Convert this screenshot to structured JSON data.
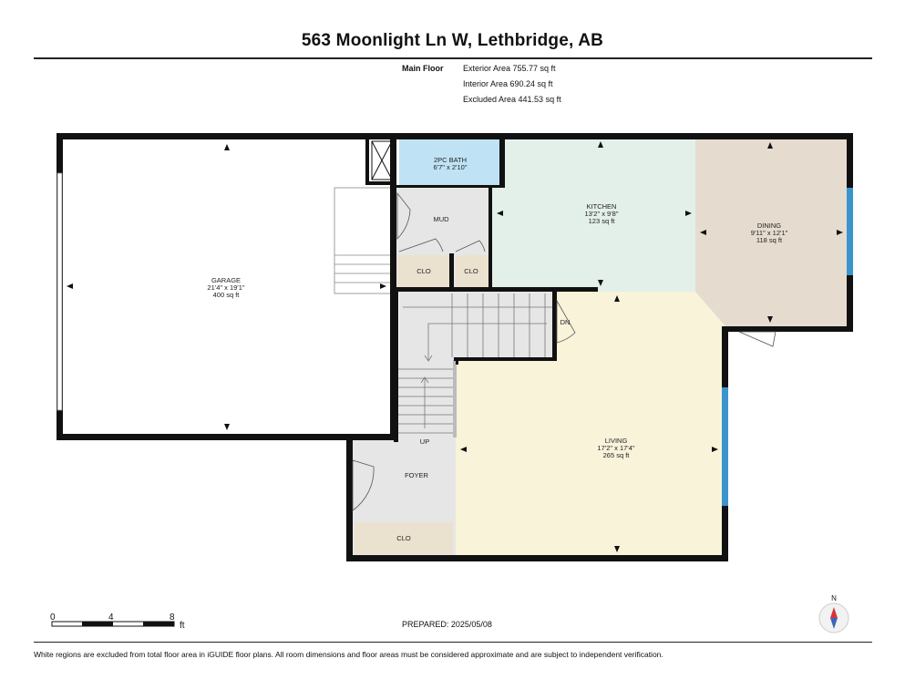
{
  "header": {
    "title": "563 Moonlight Ln W, Lethbridge, AB"
  },
  "areas": {
    "floor_label": "Main Floor",
    "exterior": "Exterior Area 755.77 sq ft",
    "interior": "Interior Area 690.24 sq ft",
    "excluded": "Excluded Area 441.53 sq ft"
  },
  "rooms": {
    "garage": {
      "name": "GARAGE",
      "dims": "21'4\" x 19'1\"",
      "area": "400 sq ft"
    },
    "bath": {
      "name": "2PC BATH",
      "dims": "6'7\" x 2'10\""
    },
    "mud": {
      "name": "MUD"
    },
    "clo1": {
      "name": "CLO"
    },
    "clo2": {
      "name": "CLO"
    },
    "clo3": {
      "name": "CLO"
    },
    "kitchen": {
      "name": "KITCHEN",
      "dims": "13'2\" x 9'8\"",
      "area": "123 sq ft"
    },
    "dining": {
      "name": "DINING",
      "dims": "9'11\" x 12'1\"",
      "area": "118 sq ft"
    },
    "living": {
      "name": "LIVING",
      "dims": "17'2\" x 17'4\"",
      "area": "265 sq ft"
    },
    "foyer": {
      "name": "FOYER"
    },
    "stairs_up": "UP",
    "stairs_down": "DN"
  },
  "colors": {
    "wall": "#111111",
    "garage": "#ffffff",
    "bath": "#bfe3f5",
    "kitchen": "#e3efe9",
    "dining": "#e5dccf",
    "living": "#f8f3d9",
    "service": "#e6e6e6",
    "closet": "#ebe1cf",
    "window": "#3b95cc"
  },
  "footer": {
    "scale_labels": [
      "0",
      "4",
      "8",
      "ft"
    ],
    "prepared": "PREPARED: 2025/05/08",
    "disclaimer": "White regions are excluded from total floor area in iGUIDE floor plans. All room dimensions and floor areas must be considered approximate and are subject to independent verification.",
    "compass_label": "N"
  }
}
